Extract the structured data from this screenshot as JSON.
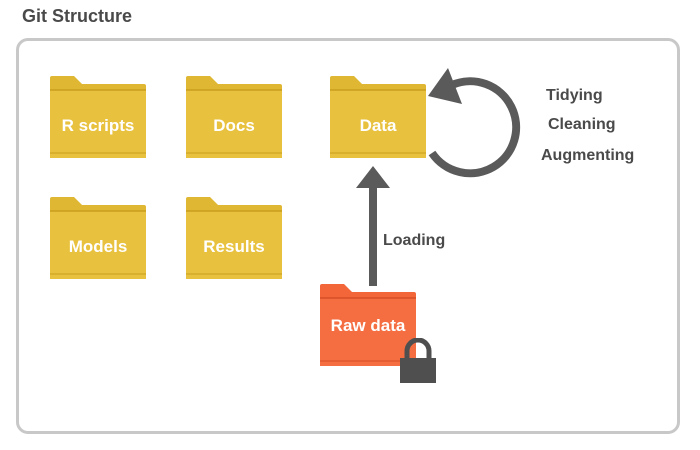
{
  "title": "Git Structure",
  "folders": {
    "r_scripts": "R scripts",
    "docs": "Docs",
    "data": "Data",
    "models": "Models",
    "results": "Results",
    "raw_data": "Raw data"
  },
  "labels": {
    "tidying": "Tidying",
    "cleaning": "Cleaning",
    "augmenting": "Augmenting",
    "loading": "Loading"
  },
  "colors": {
    "folder": "#E0B732",
    "folder_shade": "#C99E1E",
    "raw_folder": "#F2663A",
    "raw_folder_shade": "#D64E24",
    "arrow": "#5a5a5a",
    "lock": "#4f4f4f",
    "frame": "#c8c8c8"
  },
  "icons": {
    "lock": "lock-icon",
    "folder": "folder-icon"
  }
}
